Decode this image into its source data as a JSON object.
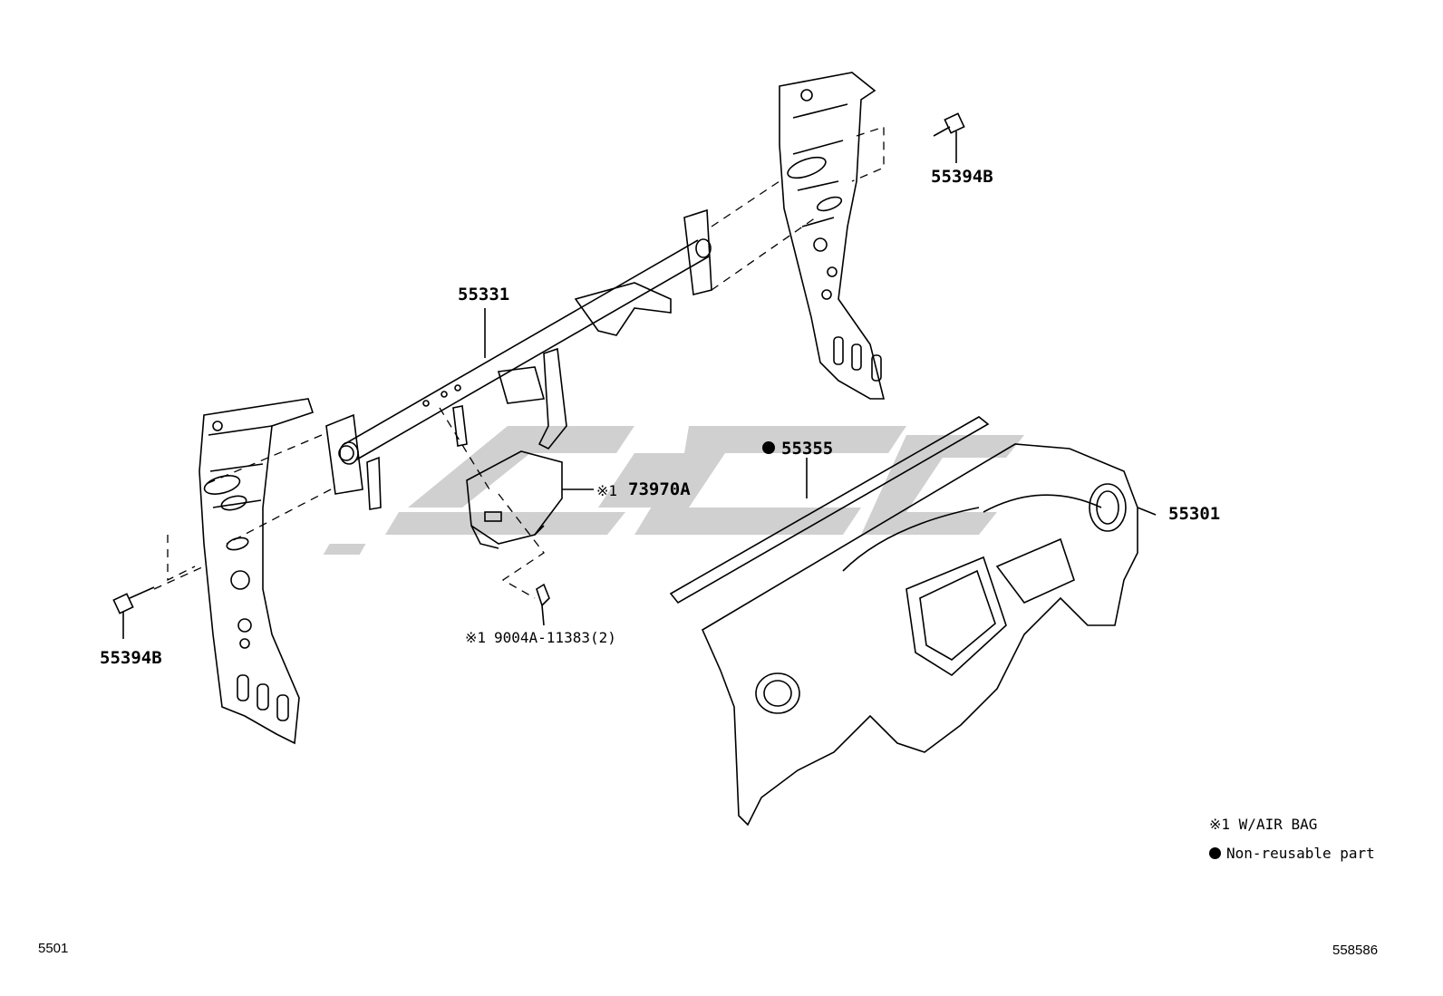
{
  "callouts": {
    "bolt_right": "55394B",
    "reinforcement": "55331",
    "clip_label": "55355",
    "airbag_panel": "73970A",
    "airbag_mark": "※1",
    "dashboard": "55301",
    "bolt_left": "55394B",
    "screw_mark": "※1",
    "screw": "9004A-11383(2)"
  },
  "legend": {
    "airbag_note": "※1 W/AIR BAG",
    "nonreusable_note": "Non-reusable part"
  },
  "footer": {
    "left_code": "5501",
    "right_code": "558586"
  },
  "colors": {
    "line": "#000000",
    "watermark": "#c8c8c8"
  }
}
